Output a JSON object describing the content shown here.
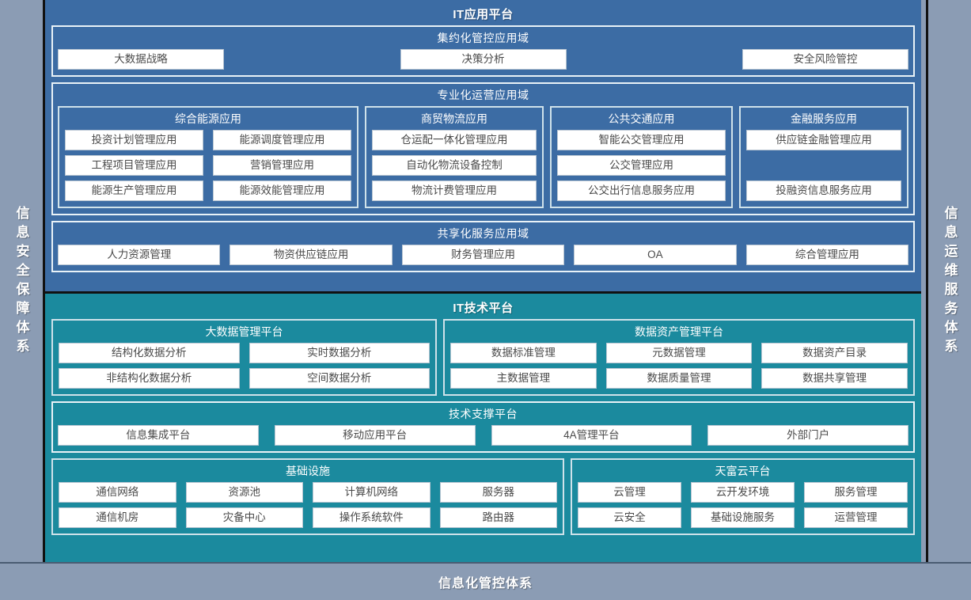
{
  "rails": {
    "left": "信息安全保障体系",
    "right": "信息运维服务体系"
  },
  "bottom": {
    "label": "信息化管控体系"
  },
  "colors": {
    "application_platform": "#3c6ca4",
    "technology_platform": "#1b8a9e",
    "rail": "#8b9cb4",
    "chip": "#ffffff",
    "outline": "#e9f2f7"
  },
  "application_platform": {
    "title": "IT应用平台",
    "domains": [
      {
        "title": "集约化管控应用域",
        "items": [
          "大数据战略",
          "决策分析",
          "安全风险管控"
        ]
      },
      {
        "title": "专业化运营应用域",
        "groups": [
          {
            "title": "综合能源应用",
            "items": [
              "投资计划管理应用",
              "能源调度管理应用",
              "工程项目管理应用",
              "营销管理应用",
              "能源生产管理应用",
              "能源效能管理应用"
            ]
          },
          {
            "title": "商贸物流应用",
            "items": [
              "仓运配一体化管理应用",
              "自动化物流设备控制",
              "物流计费管理应用"
            ]
          },
          {
            "title": "公共交通应用",
            "items": [
              "智能公交管理应用",
              "公交管理应用",
              "公交出行信息服务应用"
            ]
          },
          {
            "title": "金融服务应用",
            "items": [
              "供应链金融管理应用",
              "",
              "投融资信息服务应用"
            ]
          }
        ]
      },
      {
        "title": "共享化服务应用域",
        "items": [
          "人力资源管理",
          "物资供应链应用",
          "财务管理应用",
          "OA",
          "综合管理应用"
        ]
      }
    ]
  },
  "technology_platform": {
    "title": "IT技术平台",
    "rows": [
      {
        "groups": [
          {
            "title": "大数据管理平台",
            "items": [
              "结构化数据分析",
              "实时数据分析",
              "非结构化数据分析",
              "空间数据分析"
            ]
          },
          {
            "title": "数据资产管理平台",
            "items": [
              "数据标准管理",
              "元数据管理",
              "数据资产目录",
              "主数据管理",
              "数据质量管理",
              "数据共享管理"
            ]
          }
        ]
      },
      {
        "domain": {
          "title": "技术支撑平台",
          "items": [
            "信息集成平台",
            "移动应用平台",
            "4A管理平台",
            "外部门户"
          ]
        }
      },
      {
        "groups": [
          {
            "title": "基础设施",
            "items": [
              "通信网络",
              "资源池",
              "计算机网络",
              "服务器",
              "通信机房",
              "灾备中心",
              "操作系统软件",
              "路由器"
            ]
          },
          {
            "title": "天富云平台",
            "items": [
              "云管理",
              "云开发环境",
              "服务管理",
              "云安全",
              "基础设施服务",
              "运营管理"
            ]
          }
        ]
      }
    ]
  }
}
